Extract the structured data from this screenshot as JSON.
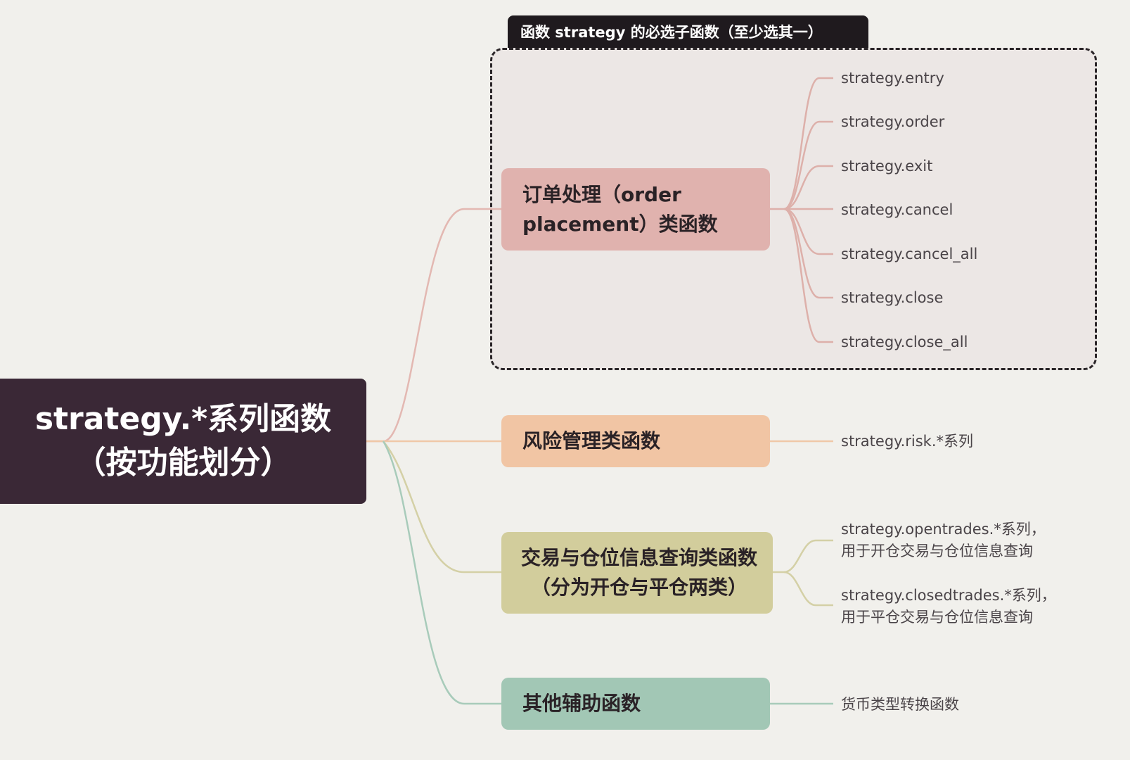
{
  "boundary": {
    "label": "函数 strategy 的必选子函数（至少选其一）"
  },
  "root": {
    "line1": "strategy.*系列函数",
    "line2": "（按功能划分）"
  },
  "branches": {
    "order": {
      "line1": "订单处理（order",
      "line2": "placement）类函数",
      "color": "#e0b2ae",
      "children": [
        "strategy.entry",
        "strategy.order",
        "strategy.exit",
        "strategy.cancel",
        "strategy.cancel_all",
        "strategy.close",
        "strategy.close_all"
      ]
    },
    "risk": {
      "label": "风险管理类函数",
      "color": "#f1c5a4",
      "children": [
        "strategy.risk.*系列"
      ]
    },
    "trades": {
      "line1": "交易与仓位信息查询类函数",
      "line2": "（分为开仓与平仓两类）",
      "color": "#d2cd9c",
      "children": [
        {
          "line1": "strategy.opentrades.*系列，",
          "line2": "用于开仓交易与仓位信息查询"
        },
        {
          "line1": "strategy.closedtrades.*系列，",
          "line2": "用于平仓交易与仓位信息查询"
        }
      ]
    },
    "other": {
      "label": "其他辅助函数",
      "color": "#a2c7b5",
      "children": [
        "货币类型转换函数"
      ]
    }
  }
}
